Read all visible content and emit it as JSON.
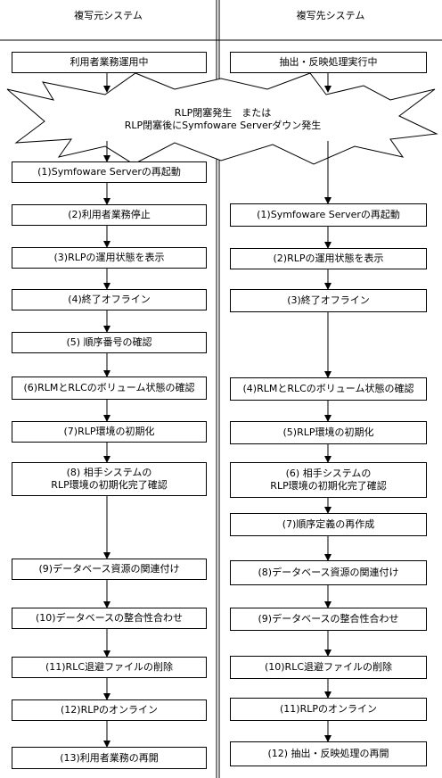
{
  "header": {
    "left_title": "複写元システム",
    "right_title": "複写先システム"
  },
  "start": {
    "left": "利用者業務運用中",
    "right": "抽出・反映処理実行中"
  },
  "event": {
    "line1": "RLP閉塞発生　または",
    "line2": "RLP閉塞後にSymfoware Serverダウン発生"
  },
  "left_steps": [
    "(1)Symfoware Serverの再起動",
    "(2)利用者業務停止",
    "(3)RLPの運用状態を表示",
    "(4)終了オフライン",
    "(5) 順序番号の確認",
    "(6)RLMとRLCのボリューム状態の確認",
    "(7)RLP環境の初期化",
    "(8) 相手システムの\nRLP環境の初期化完了確認",
    "(9)データベース資源の関連付け",
    "(10)データベースの整合性合わせ",
    "(11)RLC退避ファイルの削除",
    "(12)RLPのオンライン",
    "(13)利用者業務の再開"
  ],
  "right_steps": [
    "(1)Symfoware Serverの再起動",
    "(2)RLPの運用状態を表示",
    "(3)終了オフライン",
    "(4)RLMとRLCのボリューム状態の確認",
    "(5)RLP環境の初期化",
    "(6) 相手システムの\nRLP環境の初期化完了確認",
    "(7)順序定義の再作成",
    "(8)データベース資源の関連付け",
    "(9)データベースの整合性合わせ",
    "(10)RLC退避ファイルの削除",
    "(11)RLPのオンライン",
    "(12) 抽出・反映処理の再開"
  ]
}
